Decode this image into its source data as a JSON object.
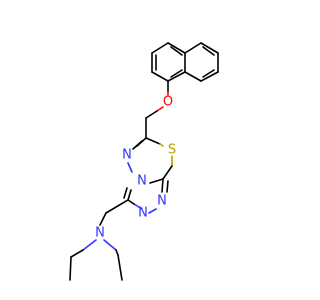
{
  "molecule": {
    "atoms": [
      {
        "id": "o1",
        "label": "O",
        "color": "#ff0000"
      },
      {
        "id": "s1",
        "label": "S",
        "color": "#b8a000"
      },
      {
        "id": "n_thiad",
        "label": "N",
        "color": "#3333ff"
      },
      {
        "id": "n_bridge",
        "label": "N",
        "color": "#3333ff"
      },
      {
        "id": "n_tri_a",
        "label": "N",
        "color": "#3333ff"
      },
      {
        "id": "n_tri_b",
        "label": "N",
        "color": "#3333ff"
      },
      {
        "id": "n_amine",
        "label": "N",
        "color": "#3333ff"
      }
    ],
    "bond_color": "#000000"
  }
}
